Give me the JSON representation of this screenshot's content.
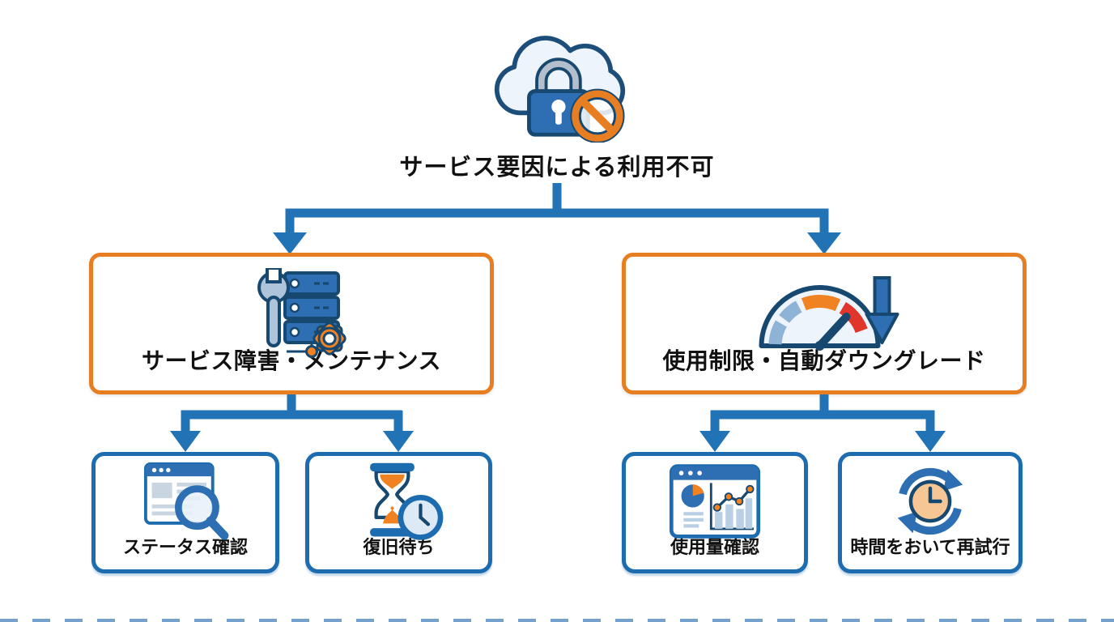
{
  "diagram_title": "サービス要因による利用不可",
  "palette": {
    "connector_blue": "#2173b6",
    "leaf_border_blue": "#1d6cb0",
    "branch_border_orange": "#e87e22",
    "icon_navy": "#17486f",
    "icon_blue": "#2d6fb2",
    "icon_steel_blue": "#aec4da",
    "icon_light_blue": "#8fb3d6",
    "icon_orange": "#f08222",
    "icon_red": "#e0352b",
    "text": "#111111",
    "background": "#ffffff"
  },
  "root": {
    "label": "サービス要因による利用不可",
    "icon": "cloud-lock-blocked-icon"
  },
  "branches": [
    {
      "id": "service-outage-maintenance",
      "label": "サービス障害・メンテナンス",
      "icon": "server-maintenance-icon",
      "children": [
        {
          "id": "status-check",
          "label": "ステータス確認",
          "icon": "status-page-search-icon"
        },
        {
          "id": "wait-recovery",
          "label": "復旧待ち",
          "icon": "hourglass-clock-icon"
        }
      ]
    },
    {
      "id": "usage-limit-downgrade",
      "label": "使用制限・自動ダウングレード",
      "icon": "gauge-downgrade-icon",
      "children": [
        {
          "id": "usage-check",
          "label": "使用量確認",
          "icon": "usage-dashboard-icon"
        },
        {
          "id": "retry-later",
          "label": "時間をおいて再試行",
          "icon": "retry-clock-icon"
        }
      ]
    }
  ]
}
